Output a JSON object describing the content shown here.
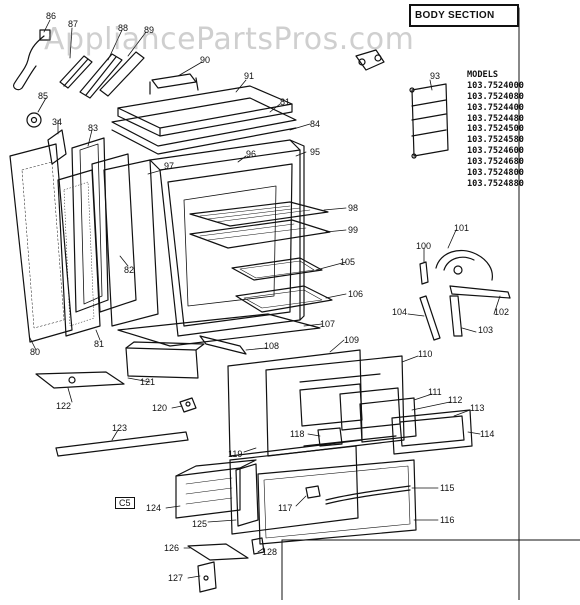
{
  "section_title": "BODY SECTION",
  "watermark": "AppliancePartsPros.com",
  "stamp": "C5",
  "model_header": "MODELS",
  "models": [
    "103.7524000",
    "103.7524080",
    "103.7524400",
    "103.7524480",
    "103.7524500",
    "103.7524580",
    "103.7524600",
    "103.7524680",
    "103.7524800",
    "103.7524880"
  ],
  "callouts": [
    "86",
    "87",
    "88",
    "89",
    "90",
    "91",
    "81",
    "84",
    "85",
    "34",
    "83",
    "96",
    "95",
    "97",
    "82",
    "93",
    "98",
    "99",
    "105",
    "106",
    "107",
    "100",
    "101",
    "102",
    "104",
    "103",
    "80",
    "81",
    "108",
    "109",
    "110",
    "121",
    "111",
    "112",
    "113",
    "114",
    "122",
    "120",
    "118",
    "123",
    "119",
    "115",
    "117",
    "116",
    "124",
    "125",
    "128",
    "126",
    "127"
  ]
}
